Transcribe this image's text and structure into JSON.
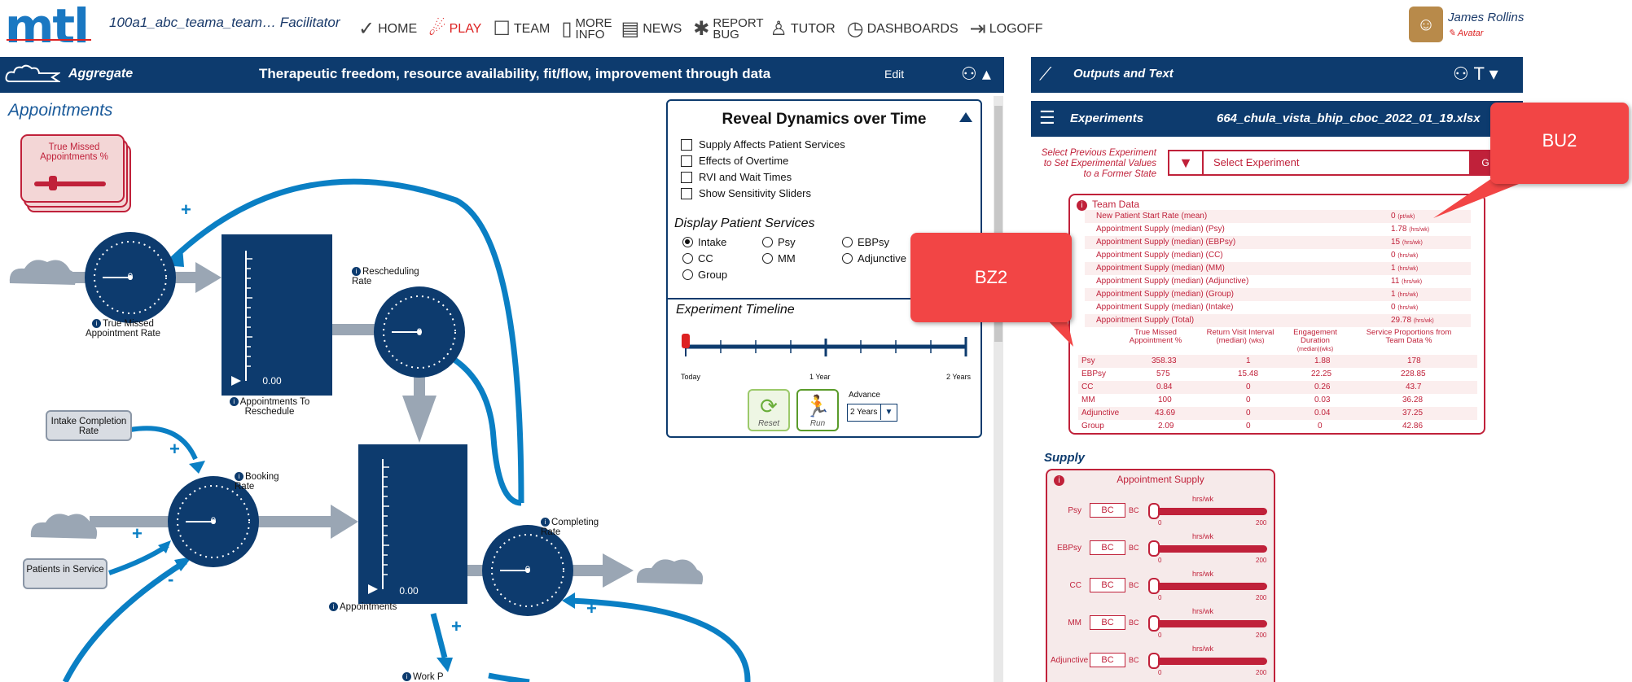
{
  "topbar": {
    "logo": "mtl",
    "session": "100a1_abc_teama_team… Facilitator",
    "nav": [
      {
        "label": "HOME",
        "icon": "check-icon"
      },
      {
        "label": "PLAY",
        "icon": "play-icon",
        "active": true
      },
      {
        "label": "TEAM",
        "icon": "team-icon"
      },
      {
        "label": "MORE INFO",
        "icon": "book-icon"
      },
      {
        "label": "NEWS",
        "icon": "news-icon"
      },
      {
        "label": "REPORT BUG",
        "icon": "bug-icon"
      },
      {
        "label": "TUTOR",
        "icon": "tutor-icon"
      },
      {
        "label": "DASHBOARDS",
        "icon": "dashboard-icon"
      },
      {
        "label": "LOGOFF",
        "icon": "logoff-icon"
      }
    ],
    "user_name": "James Rollins",
    "user_avatar_link": "Avatar"
  },
  "left_panel": {
    "title": "Aggregate",
    "subtitle": "Therapeutic freedom, resource availability, fit/flow, improvement through data",
    "edit": "Edit",
    "section_title": "Appointments"
  },
  "diagram": {
    "true_missed_pct": "True Missed Appointments %",
    "gauge_value": "0",
    "stock_value": "0.00",
    "labels": {
      "true_missed_rate": "True Missed Appointment Rate",
      "rescheduling_rate": "Rescheduling Rate",
      "appts_to_reschedule": "Appointments To Reschedule",
      "intake_completion": "Intake Completion Rate",
      "booking_rate": "Booking Rate",
      "patients_in_service": "Patients in Service",
      "completing_rate": "Completing Rate",
      "appointments": "Appointments",
      "work_p": "Work P"
    },
    "plus": "+",
    "minus": "-"
  },
  "reveal": {
    "title": "Reveal Dynamics over Time",
    "checks": [
      "Supply Affects Patient Services",
      "Effects of Overtime",
      "RVI and Wait Times",
      "Show Sensitivity Sliders"
    ],
    "display_title": "Display Patient Services",
    "services": [
      {
        "label": "Intake",
        "selected": true
      },
      {
        "label": "Psy",
        "selected": false
      },
      {
        "label": "EBPsy",
        "selected": false
      },
      {
        "label": "CC",
        "selected": false
      },
      {
        "label": "MM",
        "selected": false
      },
      {
        "label": "Adjunctive",
        "selected": false
      },
      {
        "label": "Group",
        "selected": false
      }
    ],
    "timeline_title": "Experiment Timeline",
    "tl_today": "Today",
    "tl_1y": "1 Year",
    "tl_2y": "2 Years",
    "reset": "Reset",
    "run": "Run",
    "advance_label": "Advance",
    "advance_value": "2 Years"
  },
  "right_panel": {
    "outputs_title": "Outputs and Text",
    "experiments_title": "Experiments",
    "file": "664_chula_vista_bhip_cboc_2022_01_19.xlsx",
    "select_label": "Select Previous Experiment to Set Experimental Values to a Former State",
    "select_placeholder": "Select Experiment",
    "select_btn": "G",
    "team_data_title": "Team Data",
    "supply_rows": [
      {
        "label": "New Patient Start Rate (mean)",
        "value": "0",
        "unit": "(pt/wk)"
      },
      {
        "label": "Appointment Supply (median) (Psy)",
        "value": "1.78",
        "unit": "(hrs/wk)"
      },
      {
        "label": "Appointment Supply (median) (EBPsy)",
        "value": "15",
        "unit": "(hrs/wk)"
      },
      {
        "label": "Appointment Supply (median) (CC)",
        "value": "0",
        "unit": "(hrs/wk)"
      },
      {
        "label": "Appointment Supply (median) (MM)",
        "value": "1",
        "unit": "(hrs/wk)"
      },
      {
        "label": "Appointment Supply (median) (Adjunctive)",
        "value": "11",
        "unit": "(hrs/wk)"
      },
      {
        "label": "Appointment Supply (median) (Group)",
        "value": "1",
        "unit": "(hrs/wk)"
      },
      {
        "label": "Appointment Supply (median) (Intake)",
        "value": "0",
        "unit": "(hrs/wk)"
      },
      {
        "label": "Appointment Supply (Total)",
        "value": "29.78",
        "unit": "(hrs/wk)"
      }
    ],
    "col_headers": [
      "True Missed Appointment %",
      "Return Visit Interval (median)",
      "Engagement Duration",
      "Service Proportions from Team Data %"
    ],
    "col_units": [
      "",
      "(wks)",
      "(median)(wks)",
      ""
    ],
    "rows": [
      {
        "name": "Psy",
        "c1": "358.33",
        "c2": "1",
        "c3": "1.88",
        "c4": "178"
      },
      {
        "name": "EBPsy",
        "c1": "575",
        "c2": "15.48",
        "c3": "22.25",
        "c4": "228.85"
      },
      {
        "name": "CC",
        "c1": "0.84",
        "c2": "0",
        "c3": "0.26",
        "c4": "43.7"
      },
      {
        "name": "MM",
        "c1": "100",
        "c2": "0",
        "c3": "0.03",
        "c4": "36.28"
      },
      {
        "name": "Adjunctive",
        "c1": "43.69",
        "c2": "0",
        "c3": "0.04",
        "c4": "37.25"
      },
      {
        "name": "Group",
        "c1": "2.09",
        "c2": "0",
        "c3": "0",
        "c4": "42.86"
      }
    ],
    "supply_title": "Supply",
    "appt_supply_title": "Appointment Supply",
    "sliders": [
      {
        "name": "Psy",
        "bc": "BC",
        "unit": "hrs/wk",
        "min": "0",
        "max": "200"
      },
      {
        "name": "EBPsy",
        "bc": "BC",
        "unit": "hrs/wk",
        "min": "0",
        "max": "200"
      },
      {
        "name": "CC",
        "bc": "BC",
        "unit": "hrs/wk",
        "min": "0",
        "max": "200"
      },
      {
        "name": "MM",
        "bc": "BC",
        "unit": "hrs/wk",
        "min": "0",
        "max": "200"
      },
      {
        "name": "Adjunctive",
        "bc": "BC",
        "unit": "hrs/wk",
        "min": "0",
        "max": "200"
      }
    ]
  },
  "callouts": {
    "bz2": "BZ2",
    "bu2": "BU2"
  },
  "colors": {
    "navy": "#0d3b6e",
    "flow": "#0a7fc4",
    "accent": "#c0213a",
    "callout": "#f24545"
  }
}
